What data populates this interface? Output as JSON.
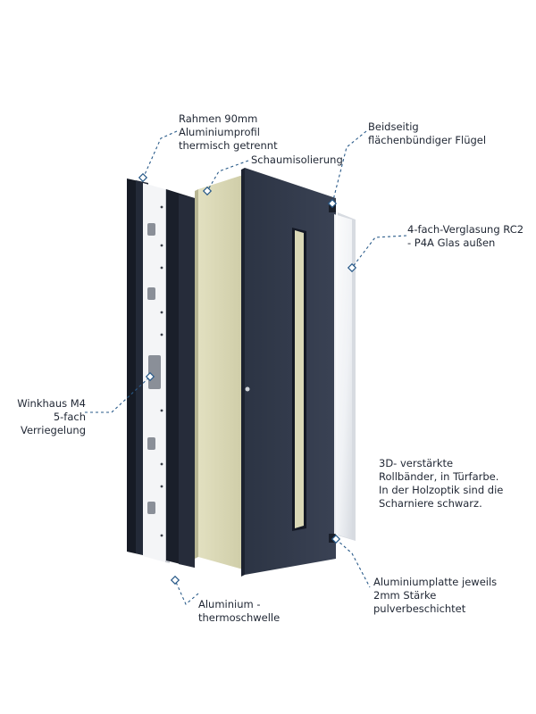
{
  "labels": {
    "rahmen": "Rahmen 90mm\nAluminiumprofil\nthermisch getrennt",
    "schaum": "Schaumisolierung",
    "beidseitig": "Beidseitig\nflächenbündiger Flügel",
    "verglasung": "4-fach-Verglasung RC2\n-  P4A Glas außen",
    "winkhaus": "Winkhaus M4\n5-fach\nVerriegelung",
    "baender": "3D- verstärkte\nRollbänder, in Türfarbe.\nIn der Holzoptik sind die\nScharniere schwarz.",
    "aluplatte": "Aluminiumplatte jeweils\n2mm Stärke\npulverbeschichtet",
    "schwelle": "Aluminium -\nthermoschwelle"
  },
  "colors": {
    "door_panel": "#2b3343",
    "frame": "#1a1f2b",
    "foam": "#d9d7b4",
    "leader": "#2a5b8a",
    "glass": "#eef1f4"
  }
}
